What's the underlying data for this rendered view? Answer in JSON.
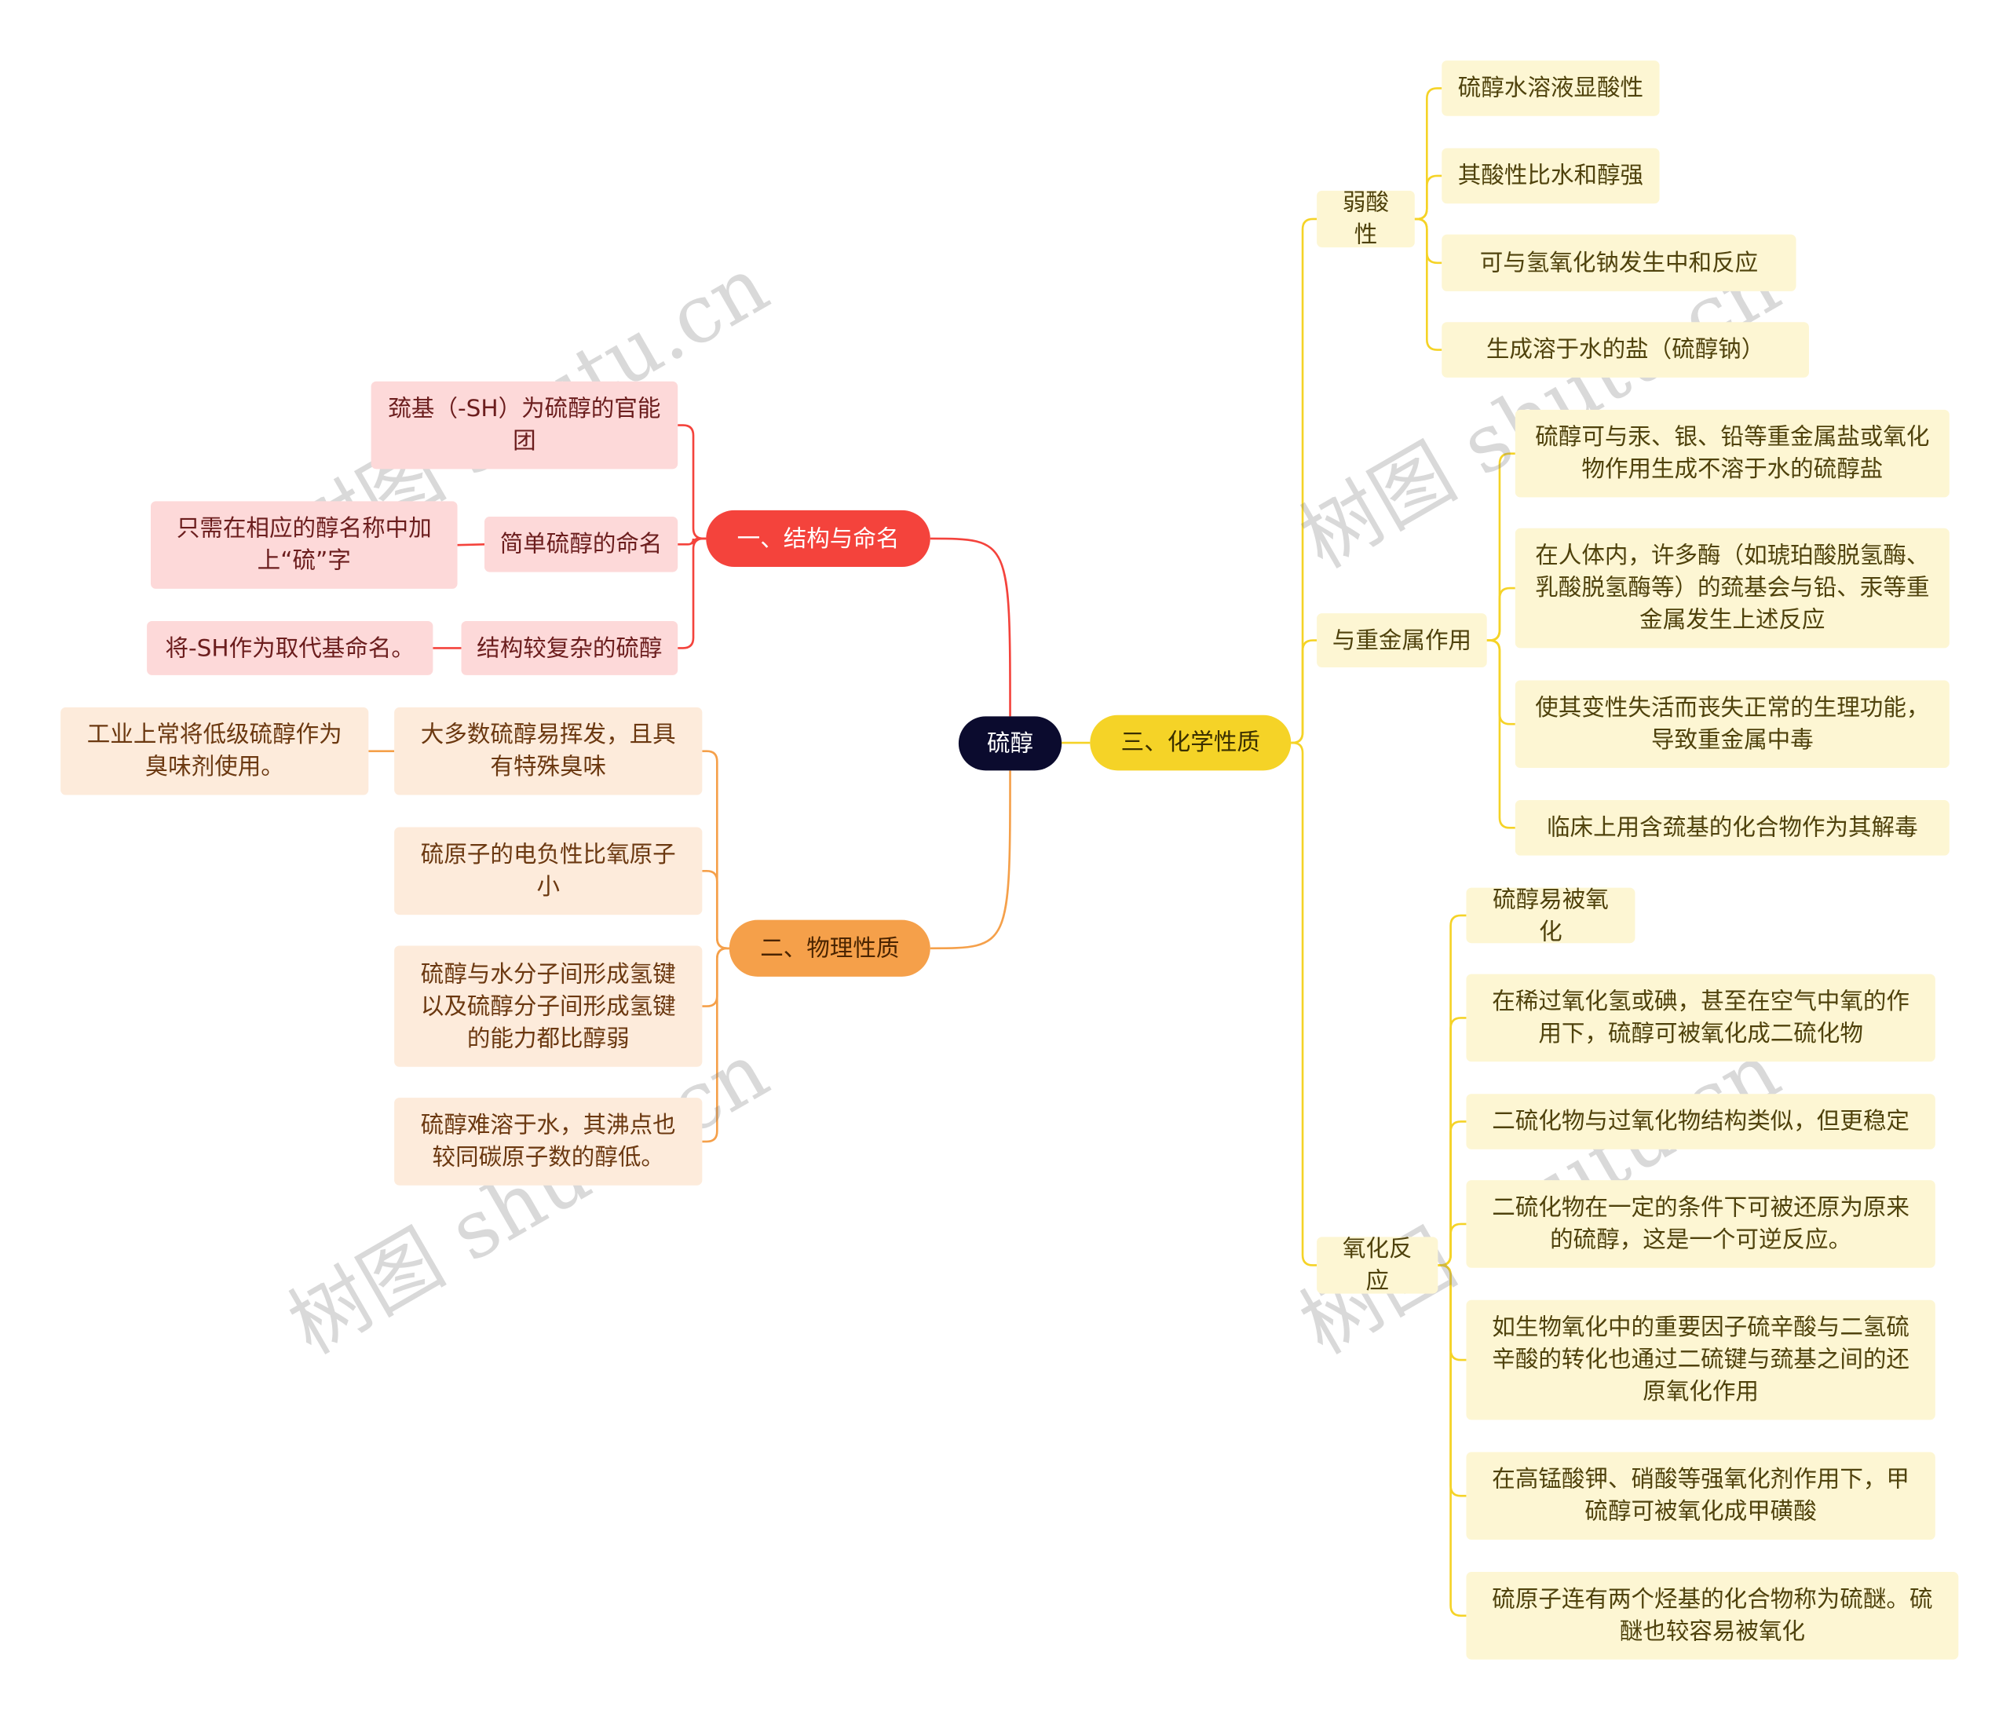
{
  "root": "硫醇",
  "watermark": "树图 shutu.cn",
  "colors": {
    "b1": "#f4433c",
    "b2": "#f5a04a",
    "b3": "#f5d327",
    "root": "#0b0b2e"
  },
  "b1": {
    "label": "一、结构与命名",
    "children": [
      {
        "label": "巯基（-SH）为硫醇的官能团"
      },
      {
        "label": "简单硫醇的命名",
        "detail": "只需在相应的醇名称中加上“硫”字"
      },
      {
        "label": "结构较复杂的硫醇",
        "detail": "将-SH作为取代基命名。"
      }
    ]
  },
  "b2": {
    "label": "二、物理性质",
    "children": [
      {
        "label": "大多数硫醇易挥发，且具有特殊臭味",
        "detail": "工业上常将低级硫醇作为臭味剂使用。"
      },
      {
        "label": "硫原子的电负性比氧原子小"
      },
      {
        "label": "硫醇与水分子间形成氢键以及硫醇分子间形成氢键的能力都比醇弱"
      },
      {
        "label": "硫醇难溶于水，其沸点也较同碳原子数的醇低。"
      }
    ]
  },
  "b3": {
    "label": "三、化学性质",
    "children": [
      {
        "label": "弱酸性",
        "items": [
          "硫醇水溶液显酸性",
          "其酸性比水和醇强",
          "可与氢氧化钠发生中和反应",
          "生成溶于水的盐（硫醇钠）"
        ]
      },
      {
        "label": "与重金属作用",
        "items": [
          "硫醇可与汞、银、铅等重金属盐或氧化物作用生成不溶于水的硫醇盐",
          "在人体内，许多酶（如琥珀酸脱氢酶、乳酸脱氢酶等）的巯基会与铅、汞等重金属发生上述反应",
          "使其变性失活而丧失正常的生理功能，导致重金属中毒",
          "临床上用含巯基的化合物作为其解毒"
        ]
      },
      {
        "label": "氧化反应",
        "items": [
          "硫醇易被氧化",
          "在稀过氧化氢或碘，甚至在空气中氧的作用下，硫醇可被氧化成二硫化物",
          "二硫化物与过氧化物结构类似，但更稳定",
          "二硫化物在一定的条件下可被还原为原来的硫醇，这是一个可逆反应。",
          "如生物氧化中的重要因子硫辛酸与二氢硫辛酸的转化也通过二硫键与巯基之间的还原氧化作用",
          "在高锰酸钾、硝酸等强氧化剂作用下，甲硫醇可被氧化成甲磺酸",
          "硫原子连有两个烃基的化合物称为硫醚。硫醚也较容易被氧化"
        ]
      }
    ]
  }
}
